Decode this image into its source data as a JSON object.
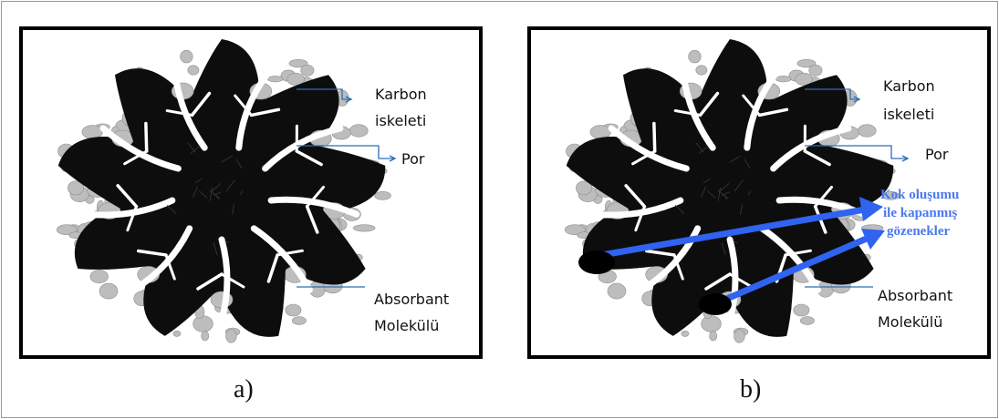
{
  "panel_a": {
    "caption": "a)",
    "labels": {
      "carbon_line1": "Karbon",
      "carbon_line2": "iskeleti",
      "pore": "Por",
      "absorbant_line1": "Absorbant",
      "absorbant_line2": "Molekülü"
    }
  },
  "panel_b": {
    "caption": "b)",
    "labels": {
      "carbon_line1": "Karbon",
      "carbon_line2": "iskeleti",
      "pore": "Por",
      "coke_line1": "Kok oluşumu",
      "coke_line2": "ile kapanmış",
      "coke_line3": "gözenekler",
      "absorbant_line1": "Absorbant",
      "absorbant_line2": "Molekülü"
    }
  },
  "colors": {
    "carbon": "#0d0d0d",
    "pore": "#bdbdbd",
    "leader": "#2f6db5",
    "arrow": "#2f63f0",
    "coke_text": "#4a78f0"
  }
}
